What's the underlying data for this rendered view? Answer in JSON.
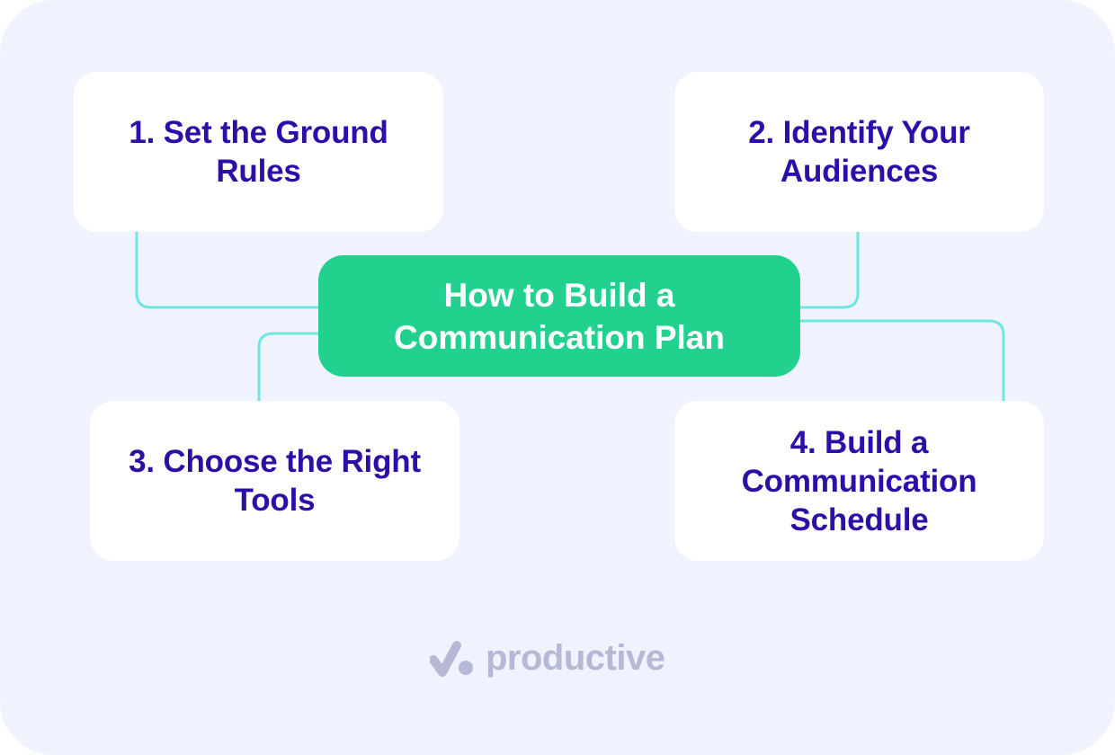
{
  "colors": {
    "background": "#f0f2fe",
    "card": "#ffffff",
    "card_text": "#2d0fa8",
    "center": "#23d18f",
    "center_text": "#ffffff",
    "connector": "#6ee6e2",
    "logo": "#b6b9d6"
  },
  "center": {
    "title": "How to Build a\nCommunication Plan"
  },
  "steps": [
    {
      "label": "1. Set the Ground\nRules"
    },
    {
      "label": "2. Identify Your\nAudiences"
    },
    {
      "label": "3. Choose the Right\nTools"
    },
    {
      "label": "4. Build a\nCommunication\nSchedule"
    }
  ],
  "logo": {
    "icon": "checkmark-dot-icon",
    "text": "productive"
  }
}
